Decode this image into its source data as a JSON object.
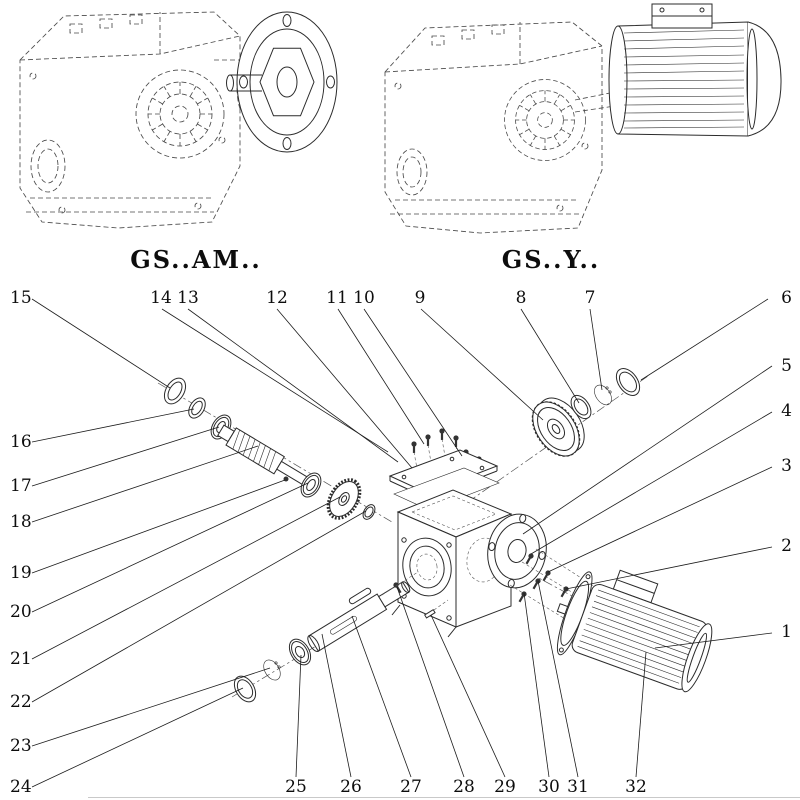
{
  "figure": {
    "models": {
      "left": "GS..AM..",
      "right": "GS..Y.."
    },
    "callouts": [
      "1",
      "2",
      "3",
      "4",
      "5",
      "6",
      "7",
      "8",
      "9",
      "10",
      "11",
      "12",
      "13",
      "14",
      "15",
      "16",
      "17",
      "18",
      "19",
      "20",
      "21",
      "22",
      "23",
      "24",
      "25",
      "26",
      "27",
      "28",
      "29",
      "30",
      "31",
      "32"
    ]
  },
  "colors": {
    "line": "#2b2b2b",
    "background": "#ffffff"
  }
}
